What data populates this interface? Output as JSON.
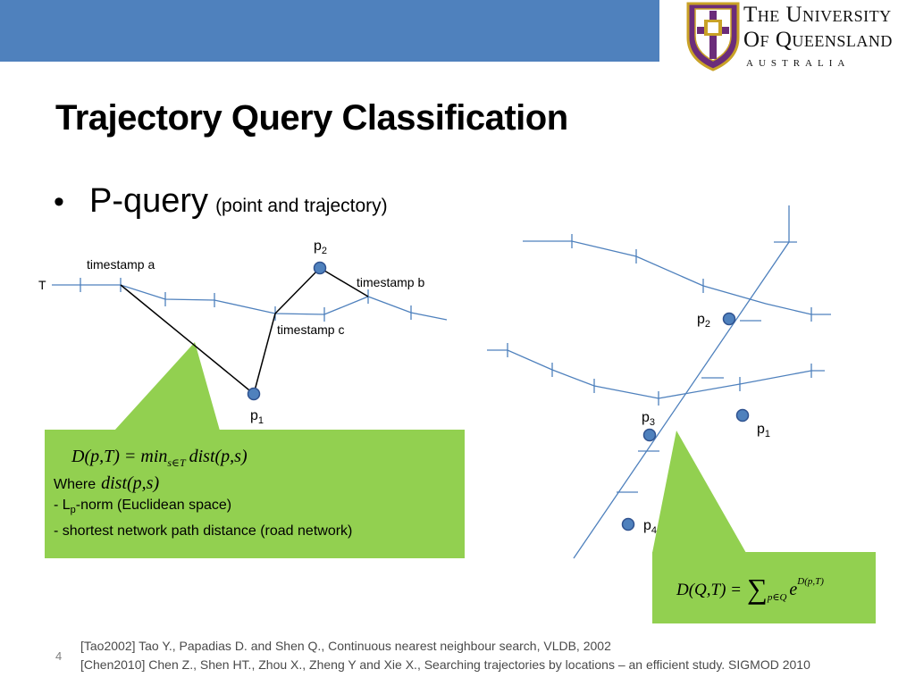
{
  "header": {
    "university_line1": "The University",
    "university_line2": "Of Queensland",
    "university_line3": "AUSTRALIA"
  },
  "slide": {
    "title": "Trajectory Query Classification",
    "bullet_symbol": "•",
    "bullet_main": "P-query",
    "bullet_sub": "(point and trajectory)"
  },
  "left_diagram": {
    "trajectory_label": "T",
    "timestamp_a": "timestamp a",
    "timestamp_b": "timestamp b",
    "timestamp_c": "timestamp c",
    "p1": "p",
    "p1_sub": "1",
    "p2": "p",
    "p2_sub": "2"
  },
  "left_formula": {
    "lhs": "D(p,T) = min",
    "subscript": "s∈T",
    "rhs": "dist(p,s)",
    "where_label": "Where",
    "where_dist": "dist(p,s)",
    "item1_prefix": "- L",
    "item1_sub": "p",
    "item1_suffix": "-norm (Euclidean space)",
    "item2": "- shortest network path distance (road network)"
  },
  "right_diagram": {
    "p1": "p",
    "p1_sub": "1",
    "p2": "p",
    "p2_sub": "2",
    "p3": "p",
    "p3_sub": "3",
    "p4": "p",
    "p4_sub": "4"
  },
  "right_formula": {
    "lhs": "D(Q,T) =",
    "sigma": "∑",
    "subscript": "p∈Q",
    "base": "e",
    "exponent": "D(p,T)"
  },
  "footer": {
    "page_number": "4",
    "ref1": "[Tao2002] Tao Y., Papadias D. and Shen Q., Continuous nearest neighbour search, VLDB, 2002",
    "ref2": "[Chen2010] Chen Z., Shen HT., Zhou X., Zheng Y and Xie X., Searching trajectories by locations – an efficient study. SIGMOD 2010"
  },
  "colors": {
    "header_bar": "#4f81bd",
    "callout_green": "#92d050",
    "trajectory_line": "#4f81bd",
    "point_fill": "#4f81bd"
  }
}
